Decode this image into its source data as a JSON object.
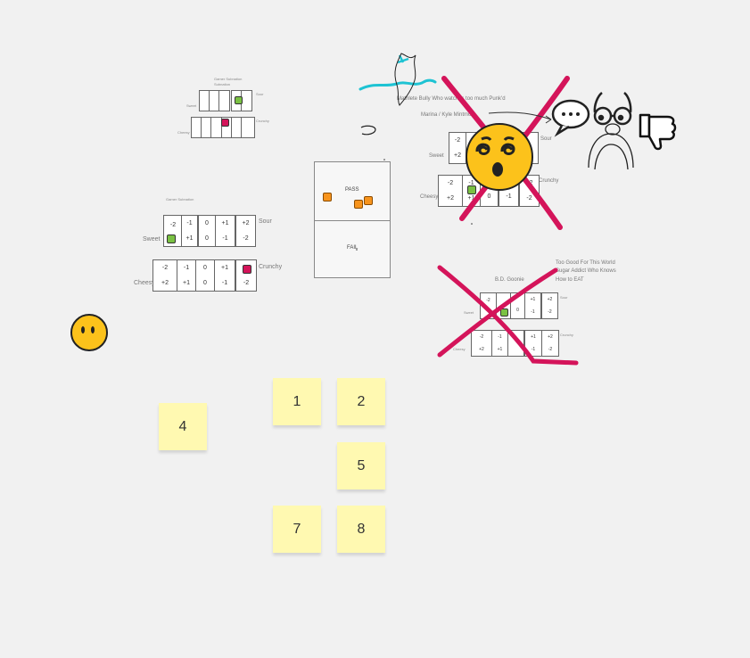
{
  "colors": {
    "canvas": "#f1f1f1",
    "sticky": "#fff9b1",
    "cross": "#d4145a",
    "scribble": "#1ec3d3",
    "green_marker": "#7ac143",
    "pink_marker": "#d4145a",
    "orange_marker": "#f7941d",
    "emoji_yellow": "#fcc21b"
  },
  "grid_labels": {
    "sour": "Sour",
    "sweet": "Sweet",
    "crunchy": "Crunchy",
    "cheesy": "Cheesy",
    "sweet_row": [
      "-2",
      "-1",
      "0",
      "+1",
      "+2"
    ],
    "sweet_row_bottom": [
      "+2",
      "+1",
      "0",
      "-1",
      "-2"
    ],
    "cheesy_row": [
      "-2",
      "-1",
      "0",
      "+1",
      "+2"
    ],
    "cheesy_row_bottom": [
      "+2",
      "+1",
      "0",
      "-1",
      "-2"
    ]
  },
  "grid_small": {
    "title": "Gamer Subnation"
  },
  "grid_medium": {
    "title": "Gamer Subnation"
  },
  "grid_mathlete": {
    "title": "Mathlete Bully Who watches too much Punk'd",
    "subtitle": "Marina / Kyle Mintmo"
  },
  "grid_goonie": {
    "title": "B.D. Goonie",
    "side_notes": [
      "Too Good For This World",
      "Sugar Addict Who Knows",
      "How to EAT"
    ]
  },
  "pass_fail": {
    "pass": "PASS",
    "fail": "FAIL"
  },
  "stickies": [
    {
      "label": "1"
    },
    {
      "label": "2"
    },
    {
      "label": "4"
    },
    {
      "label": "5"
    },
    {
      "label": "7"
    },
    {
      "label": "8"
    }
  ],
  "icons": {
    "speech_bubble": "speech-bubble-icon",
    "glasses": "glasses-icon",
    "thumbs_down": "thumbs-down-icon",
    "dizzy_face": "dizzy-face-icon",
    "neutral_face": "neutral-face-icon"
  }
}
